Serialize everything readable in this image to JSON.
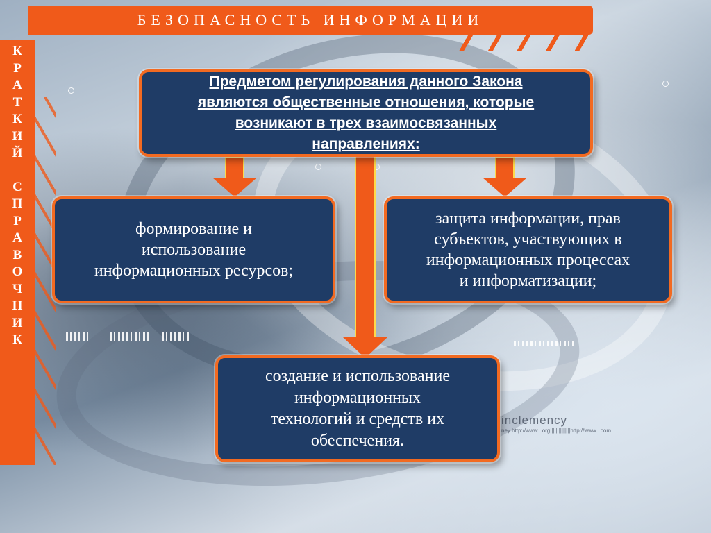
{
  "slide": {
    "title": "БЕЗОПАСНОСТЬ ИНФОРМАЦИИ",
    "side_label_word1": [
      "К",
      "Р",
      "А",
      "Т",
      "К",
      "И",
      "Й"
    ],
    "side_label_word2": [
      "С",
      "П",
      "Р",
      "А",
      "В",
      "О",
      "Ч",
      "Н",
      "И",
      "К"
    ],
    "main_box": {
      "lines": [
        "Предметом регулирования данного Закона",
        "являются общественные отношения, которые",
        "возникают в трех взаимосвязанных",
        "направлениях:"
      ]
    },
    "left_box": {
      "lines": [
        "формирование и",
        "использование",
        "информационных ресурсов;"
      ]
    },
    "right_box": {
      "lines": [
        "защита информации, прав",
        "субъектов, участвующих в",
        "информационных процессах",
        "и информатизации;"
      ]
    },
    "bottom_box": {
      "lines": [
        "создание и использование",
        "информационных",
        "технологий и средств их",
        "обеспечения."
      ]
    },
    "watermark": {
      "brand": "inclemency",
      "urls": "ney http://www.                    .org||||||||||||||http://www.          .com"
    },
    "colors": {
      "accent": "#f05a1a",
      "box_fill": "#1f3c66",
      "box_border": "#f26a21",
      "arrow_outline": "#ffd94a"
    },
    "icons": [
      "arrow-down-icon",
      "arrow-down-icon",
      "arrow-down-icon"
    ]
  }
}
